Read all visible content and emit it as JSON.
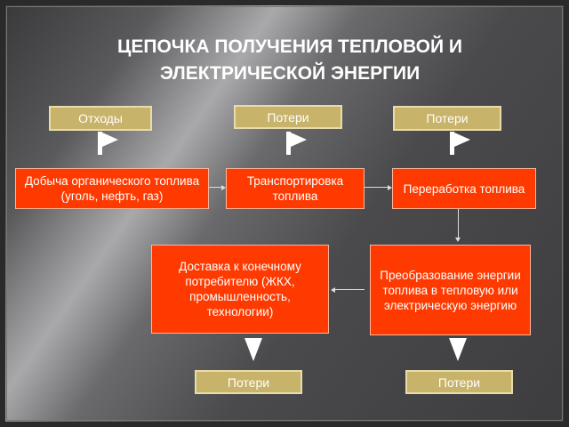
{
  "title": {
    "line1": "ЦЕПОЧКА ПОЛУЧЕНИЯ ТЕПЛОВОЙ И",
    "line2": "ЭЛЕКТРИЧЕСКОЙ ЭНЕРГИИ"
  },
  "losses": {
    "top1": "Отходы",
    "top2": "Потери",
    "top3": "Потери",
    "bottom1": "Потери",
    "bottom2": "Потери"
  },
  "steps": {
    "extraction": "Добыча органического топлива (уголь, нефть, газ)",
    "transport": "Транспортировка топлива",
    "processing": "Переработка топлива",
    "conversion": "Преобразование энергии топлива в тепловую или электрическую энергию",
    "delivery": "Доставка к конечному потребителю (ЖКХ, промышленность, технологии)"
  }
}
